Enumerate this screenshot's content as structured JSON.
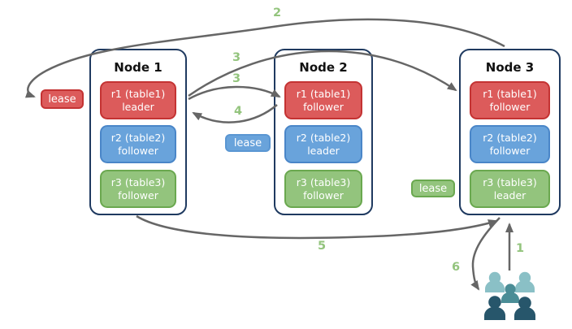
{
  "nodes": [
    {
      "title": "Node 1",
      "replicas": [
        {
          "line1": "r1 (table1)",
          "line2": "leader",
          "color": "red"
        },
        {
          "line1": "r2 (table2)",
          "line2": "follower",
          "color": "blue"
        },
        {
          "line1": "r3 (table3)",
          "line2": "follower",
          "color": "green"
        }
      ]
    },
    {
      "title": "Node 2",
      "replicas": [
        {
          "line1": "r1 (table1)",
          "line2": "follower",
          "color": "red"
        },
        {
          "line1": "r2 (table2)",
          "line2": "leader",
          "color": "blue"
        },
        {
          "line1": "r3 (table3)",
          "line2": "follower",
          "color": "green"
        }
      ]
    },
    {
      "title": "Node 3",
      "replicas": [
        {
          "line1": "r1 (table1)",
          "line2": "follower",
          "color": "red"
        },
        {
          "line1": "r2 (table2)",
          "line2": "follower",
          "color": "blue"
        },
        {
          "line1": "r3 (table3)",
          "line2": "leader",
          "color": "green"
        }
      ]
    }
  ],
  "leases": [
    {
      "label": "lease",
      "color": "red"
    },
    {
      "label": "lease",
      "color": "blue"
    },
    {
      "label": "lease",
      "color": "green"
    }
  ],
  "steps": {
    "s1": "1",
    "s2": "2",
    "s3a": "3",
    "s3b": "3",
    "s4": "4",
    "s5": "5",
    "s6": "6"
  },
  "icons": {
    "users": "users-group-icon"
  },
  "colors": {
    "arrow": "#666666",
    "step_label": "#93c47d",
    "node_border": "#1f3a60",
    "red_fill": "#dc5b5b",
    "red_border": "#c43333",
    "blue_fill": "#69a3db",
    "blue_border": "#4a86c8",
    "blue_border2": "#5a96d2",
    "green_fill": "#93c47d",
    "green_border": "#6aa84f",
    "user_light": "#8ac0c6",
    "user_mid": "#4b8d96",
    "user_dark": "#27566b"
  }
}
